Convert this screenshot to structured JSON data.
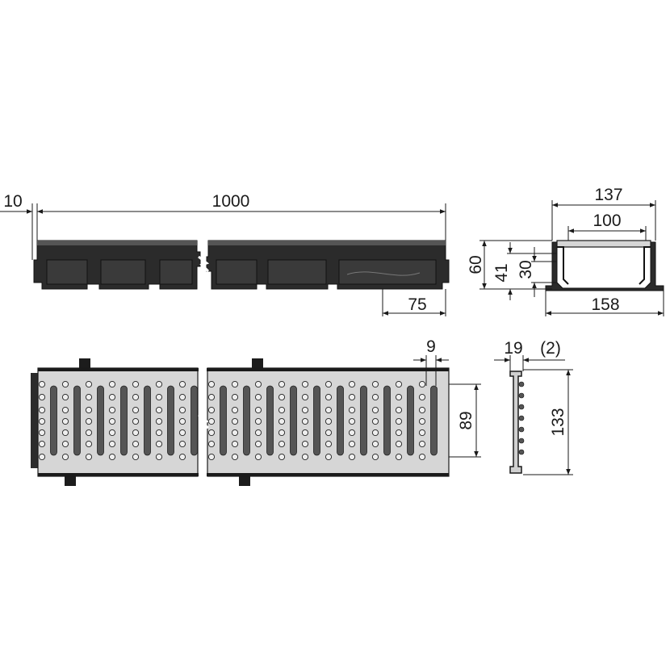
{
  "dimensions": {
    "end_cap": "10",
    "length": "1000",
    "outlet_offset": "75",
    "outer_width_top": "137",
    "inner_width": "100",
    "total_height": "60",
    "inner_depth": "41",
    "step_depth": "30",
    "base_width": "158",
    "slot_pitch": "9",
    "grate_width": "89",
    "grate_height_profile": "19",
    "grate_thickness": "(2)",
    "grate_profile_length": "133"
  },
  "colors": {
    "channel": "#2b2b2b",
    "grate": "#d6d6d6",
    "lines": "#1a1a1a"
  }
}
